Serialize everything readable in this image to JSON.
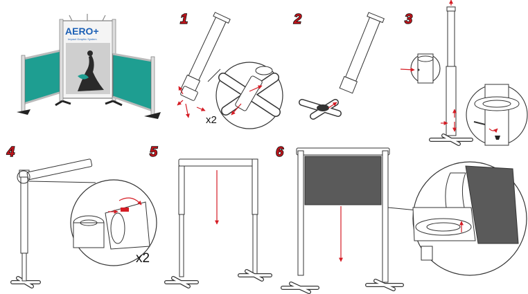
{
  "steps": [
    {
      "number": "1",
      "multiplier": "x2"
    },
    {
      "number": "2"
    },
    {
      "number": "3"
    },
    {
      "number": "4",
      "multiplier": "x2"
    },
    {
      "number": "5"
    },
    {
      "number": "6"
    }
  ],
  "banner": {
    "brand": "AERO+",
    "tagline": "Impact Graphic System"
  },
  "colors": {
    "step_number": "#c0141b",
    "arrow": "#d51c24",
    "teal_panel": "#1e9e91",
    "graphic_grey": "#5a5a5a",
    "brand_blue": "#1b5fb5"
  }
}
